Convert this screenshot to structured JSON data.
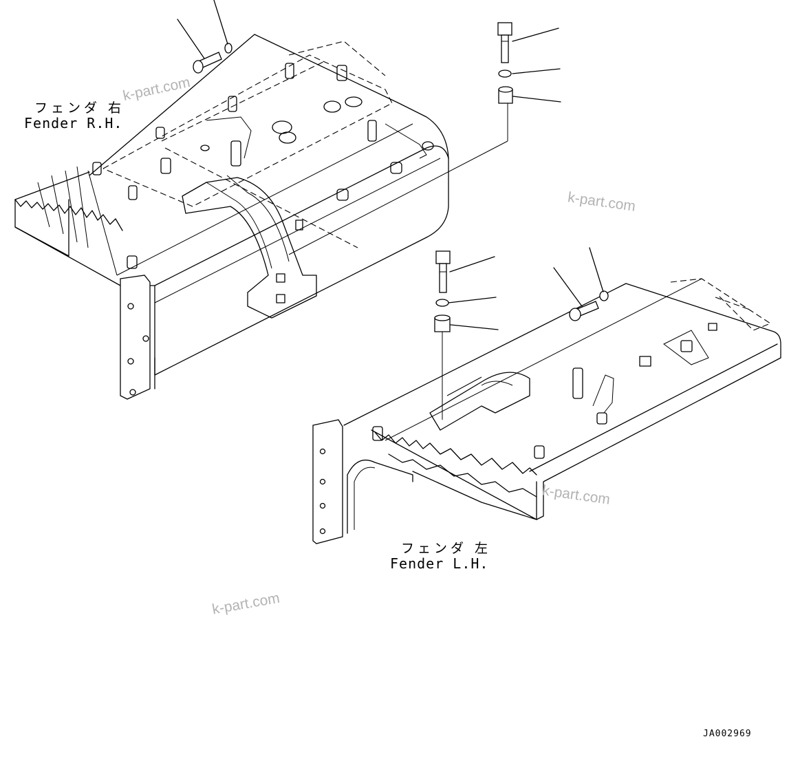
{
  "labels": {
    "fender_rh_jp": "フェンダ 右",
    "fender_rh_en": "Fender R.H.",
    "fender_lh_jp": "フェンダ 左",
    "fender_lh_en": "Fender L.H."
  },
  "watermarks": [
    "k-part.com",
    "k-part.com",
    "k-part.com",
    "k-part.com"
  ],
  "drawing_code": "JA002969",
  "colors": {
    "line": "#000000",
    "watermark": "#b3b3b3",
    "background": "#ffffff"
  }
}
